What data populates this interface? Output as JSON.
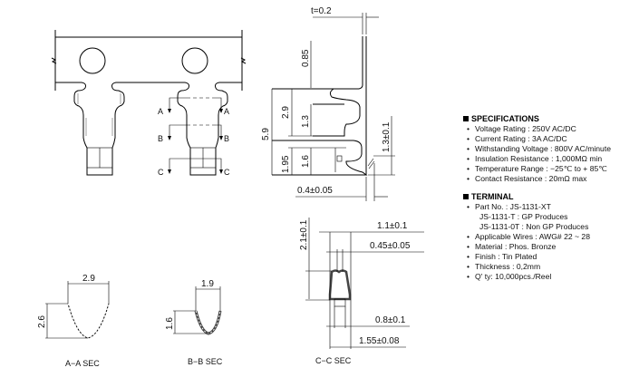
{
  "top_view": {
    "section_marks": [
      "A",
      "A",
      "B",
      "B",
      "C",
      "C"
    ]
  },
  "side_view": {
    "dims": {
      "thickness": "t=0.2",
      "d085": "0.85",
      "d59": "5.9",
      "d29": "2.9",
      "d13": "1.3",
      "d195": "1.95",
      "d16": "1.6",
      "d13tol": "1.3±0.1",
      "d04": "0.4±0.05"
    }
  },
  "sections": {
    "aa": {
      "width": "2.9",
      "height": "2.6",
      "label": "A−A  SEC"
    },
    "bb": {
      "width": "1.9",
      "height": "1.6",
      "label": "B−B  SEC"
    },
    "cc": {
      "d21": "2.1±0.1",
      "d11": "1.1±0.1",
      "d045": "0.45±0.05",
      "d08": "0.8±0.1",
      "d155": "1.55±0.08",
      "label": "C−C  SEC"
    }
  },
  "specifications": {
    "title": "SPECIFICATIONS",
    "items": [
      "Voltage Rating : 250V AC/DC",
      "Current Rating : 3A AC/DC",
      "Withstanding Voltage : 800V AC/minute",
      "Insulation Resistance : 1,000MΩ min",
      "Temperature Range : −25℃ to + 85℃",
      "Contact Resistance : 20mΩ max"
    ]
  },
  "terminal": {
    "title": "TERMINAL",
    "part_no": "Part No. : JS-1131-XT",
    "part_sub": [
      "JS-1131-T : GP Produces",
      "JS-1131-0T : Non GP Produces"
    ],
    "items": [
      "Applicable Wires : AWG# 22 ~ 28",
      "Material : Phos. Bronze",
      "Finish : Tin Plated",
      "Thickness : 0,2mm",
      "Q' ty: 10,000pcs./Reel"
    ]
  }
}
